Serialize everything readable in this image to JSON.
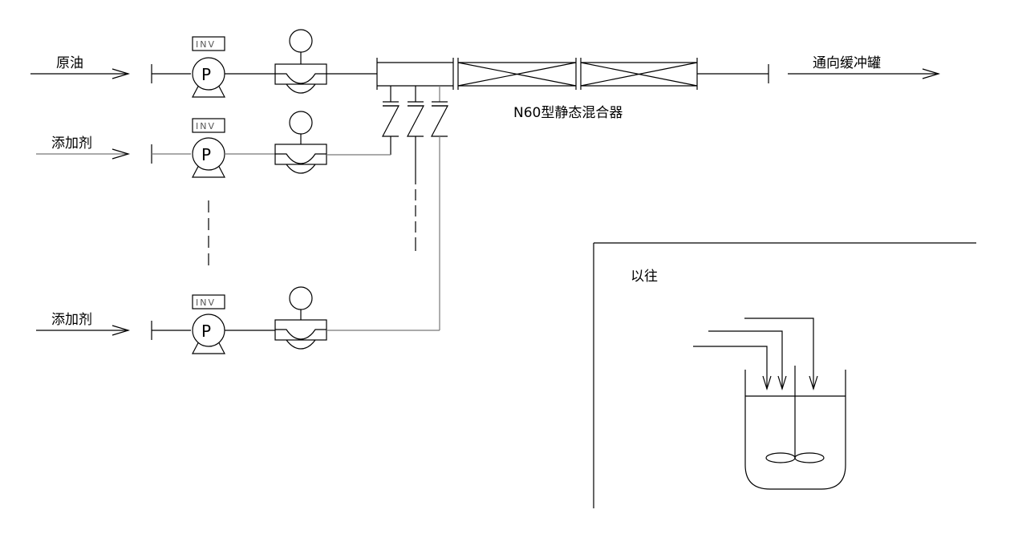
{
  "diagram": {
    "title": "Static mixer inline blending process flow",
    "lines": [
      {
        "id": "crude",
        "label": "原油"
      },
      {
        "id": "additive-1",
        "label": "添加剂"
      },
      {
        "id": "additive-n",
        "label": "添加剂"
      }
    ],
    "pump_letter": "P",
    "inverter_label": "INV",
    "mixer_label": "N60型静态混合器",
    "outlet_label": "通向缓冲罐",
    "legacy_panel": {
      "label": "以往"
    },
    "icons": {
      "pump": "centrifugal-pump-icon",
      "flowmeter": "flowmeter-icon",
      "check_valve": "check-valve-icon",
      "mixer": "static-mixer-icon",
      "tank": "stirred-tank-icon"
    }
  }
}
